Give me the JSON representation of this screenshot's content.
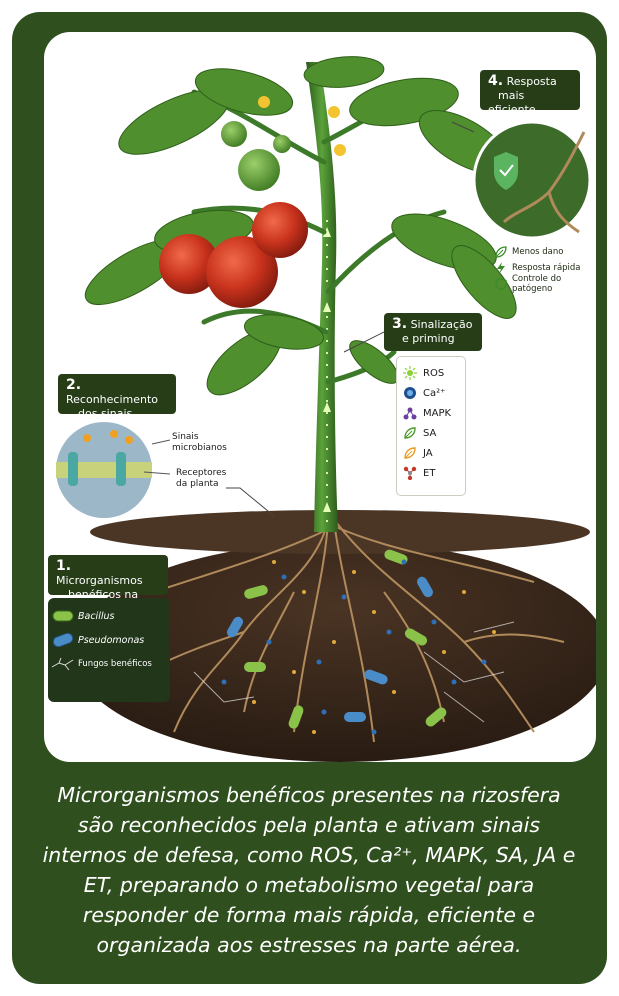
{
  "labels": {
    "step1": {
      "num": "1.",
      "line1": "Microrganismos",
      "line2": "benéficos na raiz"
    },
    "step2": {
      "num": "2.",
      "line1": "Reconhecimento",
      "line2": "dos sinais"
    },
    "step3": {
      "num": "3.",
      "line1": "Sinalização",
      "line2": "e priming"
    },
    "step4": {
      "num": "4.",
      "line1": "Resposta",
      "line2": "mais eficiente"
    }
  },
  "microbes_legend": [
    {
      "icon": "bacillus-icon",
      "label": "Bacillus"
    },
    {
      "icon": "pseudomonas-icon",
      "label": "Pseudomonas"
    },
    {
      "icon": "fungi-icon",
      "label": "Fungos benéficos"
    }
  ],
  "recognition": {
    "signals_label_1": "Sinais",
    "signals_label_2": "microbianos",
    "receptors_label_1": "Receptores",
    "receptors_label_2": "da planta"
  },
  "signals": [
    {
      "icon": "ros-icon",
      "label": "ROS"
    },
    {
      "icon": "calcium-icon",
      "label": "Ca²⁺"
    },
    {
      "icon": "mapk-icon",
      "label": "MAPK"
    },
    {
      "icon": "sa-leaf-icon",
      "label": "SA"
    },
    {
      "icon": "ja-leaf-icon",
      "label": "JA"
    },
    {
      "icon": "et-molecule-icon",
      "label": "ET"
    }
  ],
  "benefits": [
    {
      "icon": "leaf-icon",
      "label": "Menos dano"
    },
    {
      "icon": "lightning-icon",
      "label": "Resposta rápida"
    },
    {
      "icon": "shield-icon",
      "label": "Controle do patógeno"
    }
  ],
  "caption": [
    "Microrganismos benéficos presentes na rizosfera",
    "são reconhecidos pela planta e ativam sinais",
    "internos de defesa, como ROS, Ca²⁺, MAPK, SA, JA e",
    "ET, preparando o metabolismo vegetal para",
    "responder de forma mais rápida, eficiente e",
    "organizada aos estresses na parte aérea."
  ],
  "colors": {
    "frame": "#2f4f1e",
    "label_bg": "#263d18",
    "stem": "#3c7a2a",
    "tomato": "#c8321c",
    "soil": "#3a2a1e"
  }
}
